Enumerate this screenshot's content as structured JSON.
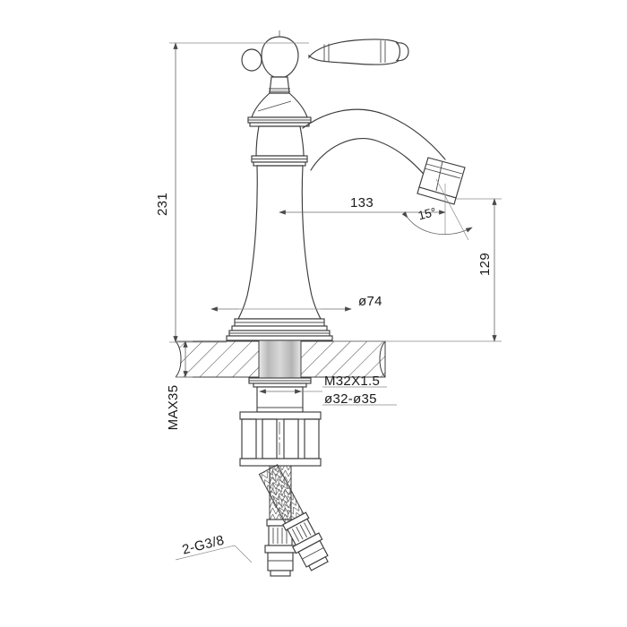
{
  "drawing": {
    "title": "Single-hole basin mixer tap dimensional drawing",
    "type": "technical-line-drawing",
    "view": "front elevation with sectioned countertop",
    "units": "mm",
    "line_color": "#3c3c3c",
    "dim_color": "#6b6b6b",
    "background": "#ffffff"
  },
  "dimensions": {
    "overall_height": {
      "label": "231",
      "orientation": "vertical",
      "position": "left",
      "from": "top of handle lever",
      "to": "countertop surface"
    },
    "spout_reach": {
      "label": "133",
      "orientation": "horizontal",
      "from": "body centerline",
      "to": "spout outlet centerline"
    },
    "outlet_angle": {
      "label": "15°",
      "orientation": "angular",
      "note": "spout outlet inclination from vertical"
    },
    "spout_height": {
      "label": "129",
      "orientation": "vertical",
      "position": "right",
      "from": "spout outlet",
      "to": "countertop surface"
    },
    "base_diameter": {
      "label": "ø74",
      "orientation": "horizontal",
      "note": "base escutcheon diameter"
    },
    "counter_thickness": {
      "label": "MAX35",
      "orientation": "vertical",
      "note": "maximum countertop thickness"
    },
    "thread_spec": {
      "label": "M32X1.5",
      "note": "mounting shank thread"
    },
    "hole_range": {
      "label": "ø32-ø35",
      "note": "required mounting hole diameter range"
    },
    "inlet_thread": {
      "label": "2-G3/8",
      "note": "two flexible supply hoses with G3/8 connections"
    }
  },
  "components": [
    {
      "name": "handle-lever",
      "description": "decorative lever handle with ball finial"
    },
    {
      "name": "handle-cap",
      "description": "bulbous handle hub"
    },
    {
      "name": "spout",
      "description": "curved gooseneck spout with angled outlet"
    },
    {
      "name": "body",
      "description": "flared pedestal body column"
    },
    {
      "name": "base-escutcheon",
      "description": "stacked base rings on countertop"
    },
    {
      "name": "countertop",
      "description": "sectioned countertop with hatching"
    },
    {
      "name": "threaded-shank",
      "description": "M32X1.5 threaded mounting shank"
    },
    {
      "name": "fixing-nut",
      "description": "castellated/slotted fixing nut"
    },
    {
      "name": "supply-hose-left",
      "description": "braided flexible hose, G3/8 fitting"
    },
    {
      "name": "supply-hose-right",
      "description": "braided flexible hose, G3/8 fitting"
    }
  ]
}
